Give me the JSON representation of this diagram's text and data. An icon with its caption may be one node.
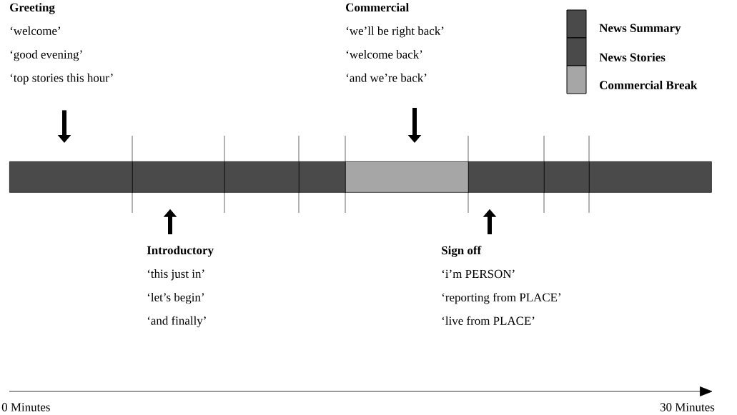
{
  "diagram": {
    "nodes": [
      {
        "text": [
          "Greeting",
          "‘welcome’",
          "‘good evening’",
          "‘top stories this hour’"
        ]
      },
      {
        "text": [
          "Commercial",
          "‘we’ll be right back’",
          "‘welcome back’",
          "‘and we’re back’"
        ]
      },
      {
        "text": [],
        "shape": "bar"
      },
      {
        "text": [],
        "shape": "bar"
      },
      {
        "text": [],
        "shape": "bar"
      },
      {
        "text": [],
        "shape": "bar"
      },
      {
        "text": [],
        "shape": "bar"
      },
      {
        "text": [],
        "shape": "bar"
      },
      {
        "text": [],
        "shape": "bar"
      },
      {
        "text": [],
        "shape": "bar"
      },
      {
        "text": [
          "Introductory",
          "‘this just in’",
          "‘let’s begin’",
          "‘and finally’"
        ]
      },
      {
        "text": [
          "Sign off",
          "‘i’m PERSON’",
          "‘reporting from PLACE’",
          "‘live from PLACE’"
        ]
      }
    ],
    "edges": [
      {
        "from": 0,
        "to": 2,
        "arrow": "to"
      },
      {
        "from": 1,
        "to": 6,
        "arrow": "to"
      },
      {
        "from": 10,
        "to": 3,
        "arrow": "to"
      },
      {
        "from": 11,
        "to": 7,
        "arrow": "to"
      }
    ],
    "labels": [
      "0 Minutes",
      "30 Minutes"
    ],
    "legend": [
      {
        "text": "News Summary",
        "color": "#4a4a4a"
      },
      {
        "text": "News Stories",
        "color": "#4a4a4a"
      },
      {
        "text": "Commercial Break",
        "color": "#a6a6a6"
      }
    ]
  }
}
